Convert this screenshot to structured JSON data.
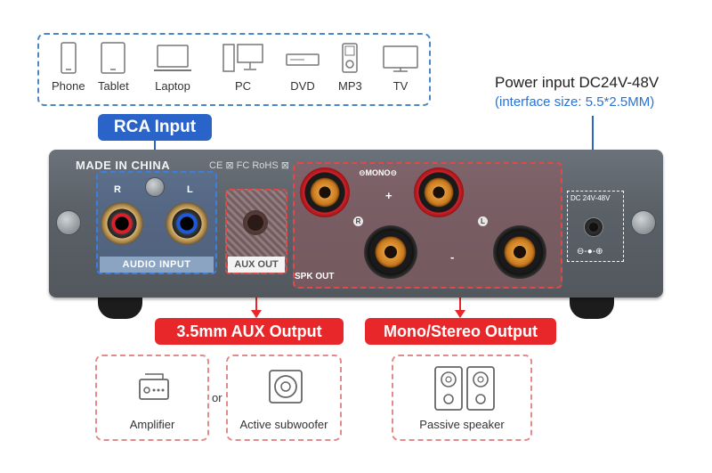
{
  "sources": {
    "devices": [
      {
        "label": "Phone",
        "icon": "phone-icon"
      },
      {
        "label": "Tablet",
        "icon": "tablet-icon"
      },
      {
        "label": "Laptop",
        "icon": "laptop-icon"
      },
      {
        "label": "PC",
        "icon": "pc-icon"
      },
      {
        "label": "DVD",
        "icon": "dvd-icon"
      },
      {
        "label": "MP3",
        "icon": "mp3-icon"
      },
      {
        "label": "TV",
        "icon": "tv-icon"
      }
    ]
  },
  "callouts": {
    "rca_input": "RCA Input",
    "power_title": "Power input DC24V-48V",
    "power_sub": "(interface size: 5.5*2.5MM)",
    "aux_output": "3.5mm AUX Output",
    "mono_stereo_output": "Mono/Stereo Output"
  },
  "panel": {
    "made_in": "MADE IN CHINA",
    "certifications": "CE ⊠ FC RoHS ⊠",
    "audio_input": "AUDIO INPUT",
    "channel_r": "R",
    "channel_l": "L",
    "aux_out": "AUX OUT",
    "spk_out": "SPK OUT",
    "mono": "MONO",
    "plus": "+",
    "minus": "-",
    "spk_r": "R",
    "spk_l": "L",
    "dc_label": "DC 24V-48V",
    "dc_polarity": "⊖-●-⊕"
  },
  "outputs": {
    "amplifier": "Amplifier",
    "or": "or",
    "subwoofer": "Active subwoofer",
    "speaker": "Passive speaker"
  },
  "colors": {
    "accent_blue": "#2a64c8",
    "accent_red": "#e8272b",
    "panel_grey": "#5b6168",
    "binding_post": "#c8791e"
  }
}
